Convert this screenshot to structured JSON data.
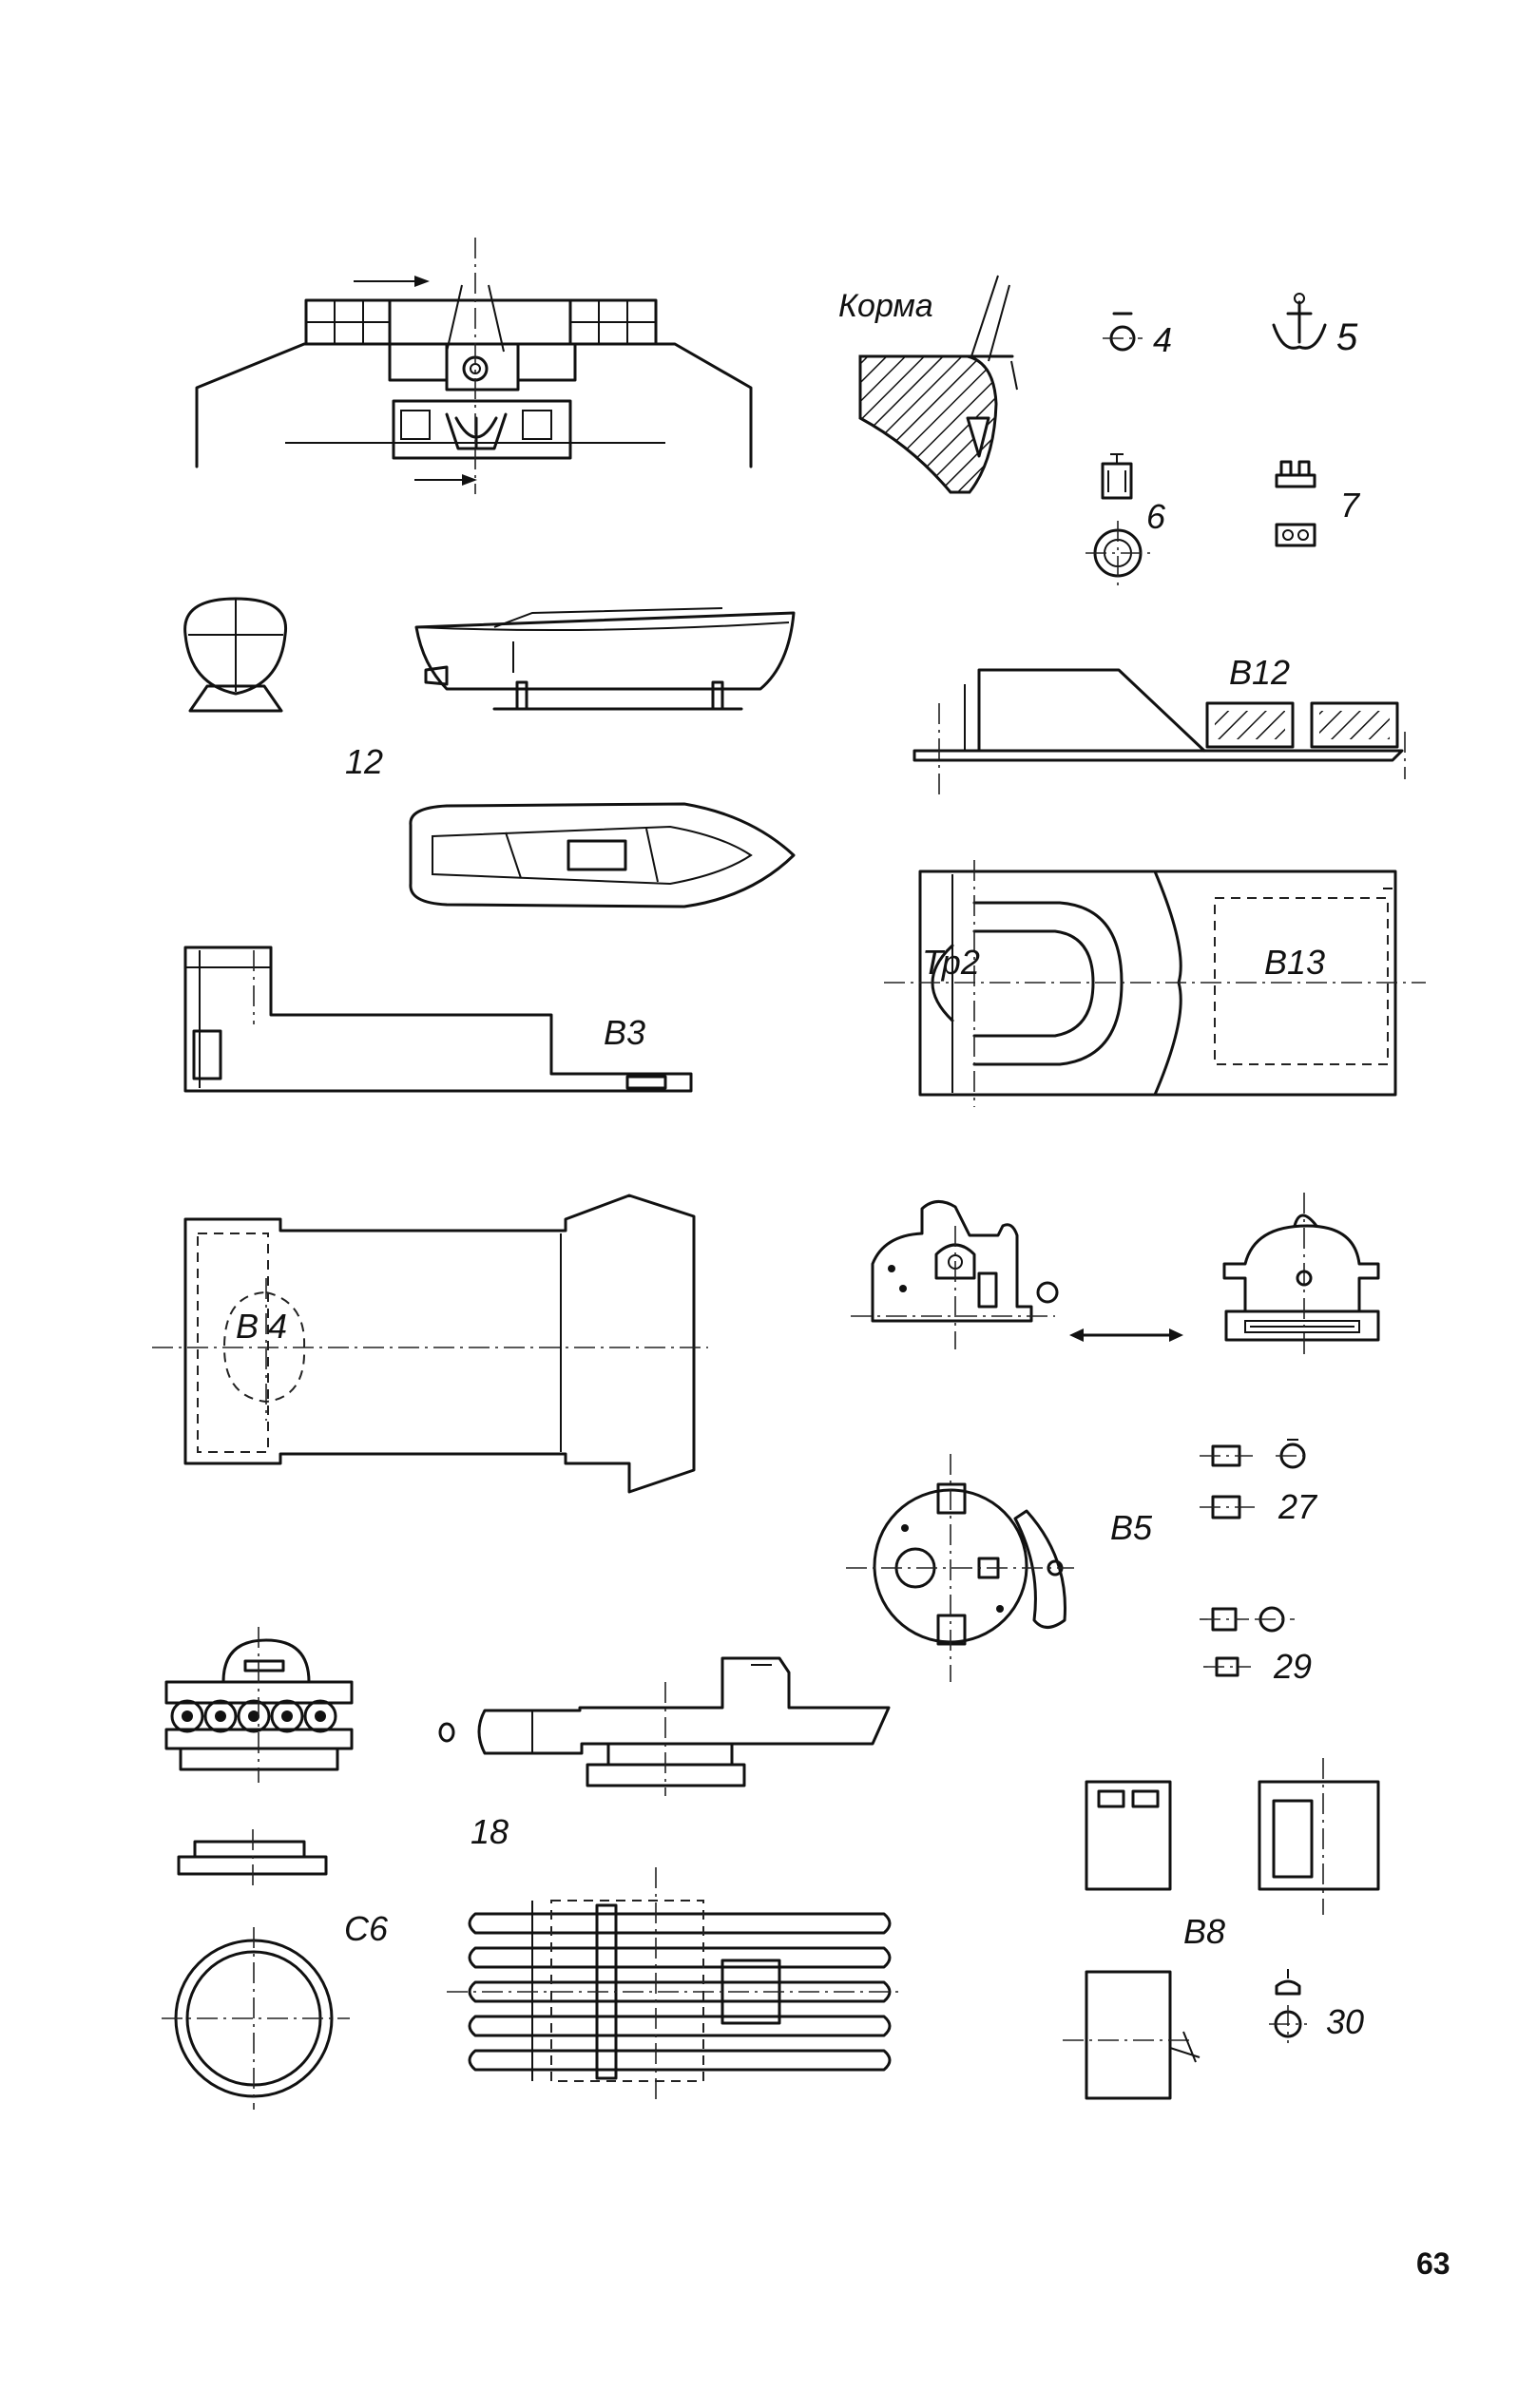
{
  "labels": {
    "korma": "Корма",
    "n4": "4",
    "n5": "5",
    "n6": "6",
    "n7": "7",
    "n12": "12",
    "b12": "B12",
    "tp2": "Тр2",
    "b13": "B13",
    "b3": "B3",
    "b4": "B 4",
    "b5": "B5",
    "n27": "27",
    "n29": "29",
    "n18": "18",
    "c6": "C6",
    "b8": "B8",
    "n30": "30"
  },
  "page_number": "63"
}
